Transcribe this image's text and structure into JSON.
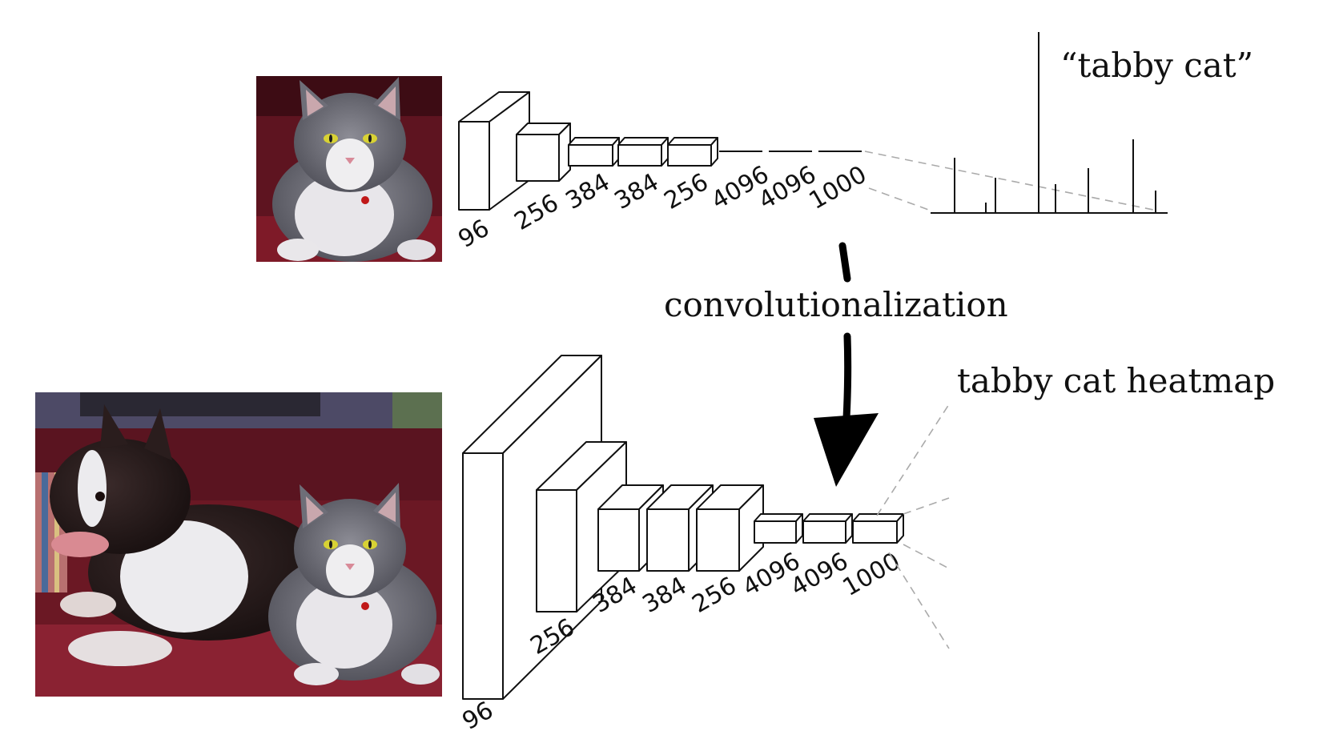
{
  "top_network": {
    "caption": "“tabby cat”",
    "layers": [
      "96",
      "256",
      "384",
      "384",
      "256",
      "4096",
      "4096",
      "1000"
    ]
  },
  "bottom_network": {
    "caption": "tabby cat heatmap",
    "layers": [
      "96",
      "256",
      "384",
      "384",
      "256",
      "4096",
      "4096",
      "1000"
    ]
  },
  "transition": {
    "label": "convolutionalization"
  },
  "images": {
    "top": "cat-photo",
    "bottom": "dog-and-cat-photo"
  }
}
